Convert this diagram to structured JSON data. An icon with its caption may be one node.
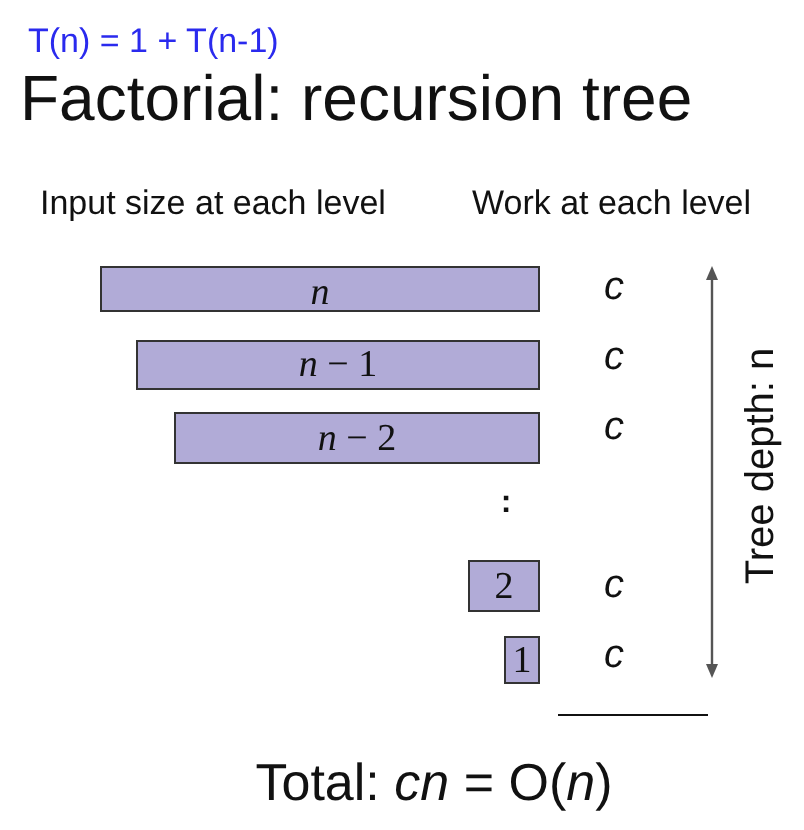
{
  "diagram": {
    "title": "Factorial: recursion tree",
    "nodes": [
      {
        "text": [
          "n"
        ]
      },
      {
        "text": [
          "*n* − 1"
        ]
      },
      {
        "text": [
          "*n* − 2"
        ]
      },
      {
        "text": [
          "2"
        ]
      },
      {
        "text": [
          "1"
        ]
      }
    ],
    "labels": [
      "T(n) = 1 + T(n-1)",
      "Input size at each level",
      "Work at each level",
      "c",
      "c",
      "c",
      ":",
      "c",
      "c",
      "Tree depth: n",
      "Total: *cn* = O(*n*)"
    ]
  }
}
